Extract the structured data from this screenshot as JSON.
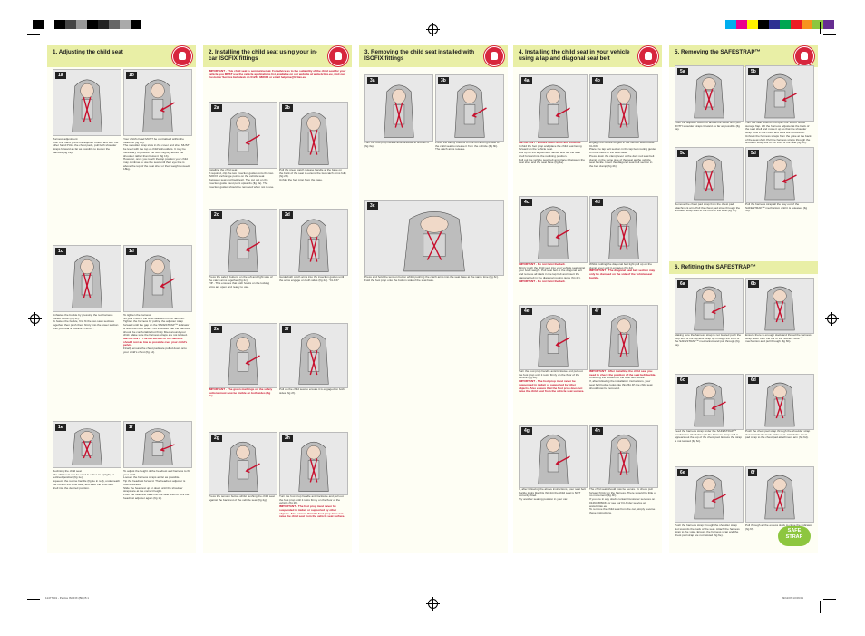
{
  "colors": {
    "header": "#e9efa6",
    "panel": "#fefef4",
    "accent": "#c8102e",
    "badge": "#d7263d",
    "safe_logo": "#8dc63f"
  },
  "slug": {
    "left": "11477501 - Peplos ISOFIX (BR) B   1",
    "right": "09/11/07   13:09:09"
  },
  "sections": [
    {
      "id": "s1",
      "title": "1. Adjusting the child seat",
      "figs": [
        {
          "label": "1a",
          "caps": [
            "Harness adjustment",
            "With one hand press the adjuster button and with the other hand PULL the chest pads, pull both shoulder straps forward as far as possible to loosen the harness (fig 1a)."
          ]
        },
        {
          "label": "1b",
          "caps": [
            "Your child's head MUST be centralised within the headrest (fig 1b).",
            "The shoulder strap slots in the cover and shell MUST be level with the top of child's shoulders. It may be necessary to position the slots slightly above the shoulder rather than below it (fig 1b).",
            "However, once you reach the top position your child may continue to use the seat until their eye line is above the top of the seat shell or their weight exceeds 18kg."
          ]
        },
        {
          "label": "1c",
          "caps": [
            "Unfasten the buckle by pressing the red harness buckle button (fig 1c).",
            "To fasten the buckle, first fit the two sash sections together, then push them firmly into the lower section until you hear a positive \"CLICK\"."
          ]
        },
        {
          "label": "1d",
          "caps": [
            "To tighten the harness",
            "Sit your child in the child seat with fit the harness. Tighten the harness by pulling the adjuster strap forward until the gap on the SAFESTRAP™ indicator is less than 2cm wide. This indicates that the harness should be comfortable but firmly fitted around your child. Make sure the harness straps are not twisted.",
            "IMPORTANT - The lap section of the harness should rest as low as possible over your child's pelvis.",
            "Finally ensure the chest pads are pulled down onto your child's chest (fig 1d)."
          ]
        },
        {
          "label": "1e",
          "caps": [
            "Reclining the child seat",
            "The child seat can be used in either an upright, or reclined position (fig 1e).",
            "Squeeze the recline handle (fig 1e in red), underneath the front of the child seat, and slide the child seat shell into the desired position."
          ]
        },
        {
          "label": "1f",
          "caps": [
            "To adjust the height of the headrest and harness to fit your child",
            "Loosen the harness straps as far as possible.",
            "Tip the headrest forward. The headrest adjuster is now unlocked.",
            "Slide the headrest up or down until the shoulder straps are at the correct height.",
            "Push the headrest back into the seat shell to lock the headrest adjuster again (fig 1f)."
          ]
        }
      ]
    },
    {
      "id": "s2",
      "title": "2. Installing the child seat using your in-car ISOFIX fittings",
      "intro": "IMPORTANT - This child seat is semi-universal. For advice as to the suitability of the child seat for your vehicle you MUST use the vehicle applications list, available on our website at www.britax.eu, visit our Customer Service Helpdesk on 01264 386034 or email helpline@britax.eu.",
      "figs": [
        {
          "label": "2a",
          "caps": [
            "Installing the child seat",
            "If required, clip the two insertion guides onto the two ISOFIX anchorage points on the vehicle seat (between seat and backrest). The cut out on the insertion guide must point upwards (fig 2a). The insertion guides should be removed when not in use."
          ]
        },
        {
          "label": "2b",
          "caps": [
            "Pull the green catch release handle at the base on the back of the seat to extend the two catch arms fully (fig 2b).",
            "Unfold the foot prop from the base."
          ]
        },
        {
          "label": "2c",
          "caps": [
            "Press the safety buttons on the left and right side of the catch arms together (fig 2c).",
            "TIP - This ensures that both hooks on the locking arms are open and ready to use."
          ]
        },
        {
          "label": "2d",
          "caps": [
            "Guide both catch arms into the insertion guides until the arms engage on both sides (fig 2d). \"CLICK\""
          ]
        },
        {
          "label": "2e",
          "caps": [
            "IMPORTANT - The green markings on the safety buttons must now be visible on both sides (fig 2e)."
          ]
        },
        {
          "label": "2f",
          "caps": [
            "Pull on the child seat to ensure it is engaged on both sides (fig 2f)."
          ]
        },
        {
          "label": "2g",
          "caps": [
            "Press the tension button whilst pushing the child seat against the backrest of the vehicle seat (fig 2g)."
          ]
        },
        {
          "label": "2h",
          "caps": [
            "Turn the foot prop handle anticlockwise and pull out the foot prop until it rests firmly on the floor of the vehicle (fig 2h).",
            "IMPORTANT - The foot prop must never be suspended in midair or supported by other objects. Also ensure that the foot prop does not raise the child seat from the vehicle seat surface."
          ]
        }
      ]
    },
    {
      "id": "s3",
      "title": "3. Removing the child seat installed with ISOFIX fittings",
      "figs": [
        {
          "label": "3a",
          "caps": [
            "Turn the foot prop handle anticlockwise to shorten it (fig 3a)."
          ]
        },
        {
          "label": "3b",
          "caps": [
            "Press the safety buttons on the left and right side of the child seat to release it from the vehicle (fig 3b).",
            "The catch arms release."
          ]
        },
        {
          "label": "3c",
          "caps": [
            "Press and hold the tension button whilst pushing the catch arms into the seat base at the same time (fig 3c).",
            "Fold the foot prop onto the bottom side of the seat base."
          ]
        }
      ]
    },
    {
      "id": "s4",
      "title": "4. Installing the child seat in your vehicle using a lap and diagonal seat belt",
      "figs": [
        {
          "label": "4a",
          "caps": [
            "IMPORTANT - Ensure catch arms are retracted.",
            "Unfold the foot prop and place the child seat facing forward on the vehicle seat.",
            "Pull up on the adjustment handle and set the seat shell forward into the reclining position.",
            "Pull out the vehicle seat belt and place it between the seat shell and the seat base (fig 4a)."
          ]
        },
        {
          "label": "4b",
          "caps": [
            "Engage the buckle tongue in the vehicle seat buckle. CLICK!",
            "Place the lap belt section in the lap belt routing guides on both sides of the seat base.",
            "Press down the clamp lever of the dark red seat belt clamp on the same side of the seat as the vehicle seat buckle. Insert the diagonal seat belt section in the belt clamp (fig 4b)."
          ]
        },
        {
          "label": "4c",
          "caps": [
            "IMPORTANT - Do not twist the belt.",
            "Firmly push the child seat into your vehicle seat using your body weight. Pull seat belt at the diagonal belt and remove all slack in the lap belt and insert the diagonal belt in the diagonal routing guide (fig 4c).",
            "IMPORTANT - Do not twist the belt."
          ]
        },
        {
          "label": "4d",
          "caps": [
            "Whilst holding the diagonal belt tight pull up on the clamp lever until it engages (fig 4d).",
            "IMPORTANT - The diagonal seat belt section may only be clamped on the side of the vehicle seat buckle."
          ]
        },
        {
          "label": "4e",
          "caps": [
            "Turn the foot prop handle anticlockwise and pull out the foot prop until it rests firmly on the floor of the vehicle (fig 4e).",
            "IMPORTANT - The foot prop must never be suspended in midair or supported by other objects. Also ensure that the foot prop does not raise the child seat from the vehicle seat surface."
          ]
        },
        {
          "label": "4f",
          "caps": [
            "IMPORTANT - After installing the child seat you need to check the position of the seat belt buckle.",
            "Checking the position of the seat belt buckle",
            "If, after following the installation instructions, your seat belt buckle looks like this (fig 4f) the child seat should now be removed."
          ]
        },
        {
          "label": "4g",
          "caps": [
            "If, after following the above instructions, your seat belt buckle looks like this (fig 4g) the child seat is NOT correctly fitted.",
            "Try another seating position in your car."
          ]
        },
        {
          "label": "4h",
          "caps": [
            "The child seat should now be secure. To check pull forward firmly on the harness. There should be little or no movement (fig 4h).",
            "If you are in any doubt contact Customer services on 01264 386034 or see our Fit-finder service at www.britax.eu",
            "To remove the child seat from the car, simply reverse these instructions."
          ]
        }
      ]
    },
    {
      "id": "s5",
      "title": "5. Removing the SAFESTRAP™",
      "figs": [
        {
          "label": "5a",
          "caps": [
            "Push the adjuster button to and at the same time pull BOTH shoulder straps forward as far as possible (fig 5a)."
          ]
        },
        {
          "label": "5b",
          "caps": [
            "Turn the seat around and open the Velcro Guide storage flap. Lift the harness adjuster at the back of the seat shell and move it up so that the shoulder strap slots in the cover and shell are accessible.",
            "Unhook the harness straps from the yoke at the back of the seat shell. Pull the harness straps through the shoulder strap slot to the front of the seat (fig 5b)."
          ]
        },
        {
          "label": "5c",
          "caps": [
            "Remove the chest pad strap from the chest pad attachment arm. Pull the chest pad strap through the shoulder strap slots to the front of the seat (fig 5c)."
          ]
        },
        {
          "label": "5d",
          "caps": [
            "Pull the harness strap all the way out of the SAFESTRAP™ mechanism until it is released (fig 5d)."
          ]
        }
      ]
    },
    {
      "id": "s6",
      "title": "6. Refitting the SAFESTRAP™",
      "figs": [
        {
          "label": "6a",
          "caps": [
            "Making sure the harness strap is not twisted push the loop end of the harness strap up through the front of the SAFESTRAP™ mechanism and pull through (fig 6a)."
          ]
        },
        {
          "label": "6b",
          "caps": [
            "Ensure there is enough slack and thread the harness strap down over the bar of the SAFESTRAP™ mechanism and pull through (fig 6b)."
          ]
        },
        {
          "label": "6c",
          "caps": [
            "Feed the harness strap under the SAFESTRAP™ mechanism. Push through the harness strap until it appears out the top of the chest pad. Ensure the strap is not twisted (fig 6c)."
          ]
        },
        {
          "label": "6d",
          "caps": [
            "Push the chest pad strap through the shoulder strap slot towards the back of the seat. Attach the chest pad strap to the chest pad attachment arm (fig 6d)."
          ]
        },
        {
          "label": "6e",
          "caps": [
            "Push the harness strap through the shoulder strap slot towards the back of the seat. Attach the harness strap to the yoke. Ensure the harness strap and the chest pad strap are not twisted (fig 6e)."
          ]
        },
        {
          "label": "6f",
          "caps": [
            "Pull through all the excess slack to close the indicator (fig 6f)."
          ]
        }
      ]
    }
  ],
  "logo": {
    "line1": "SAFE",
    "line2": "STRAP"
  }
}
